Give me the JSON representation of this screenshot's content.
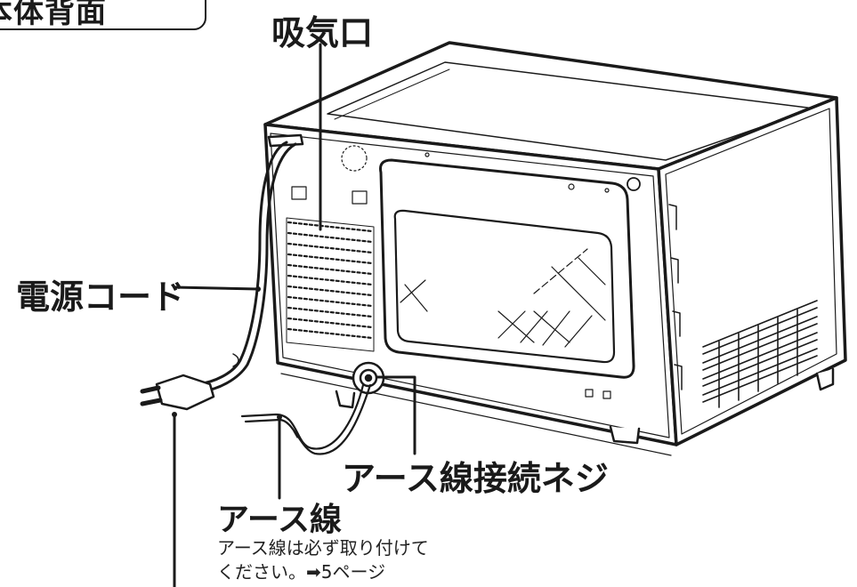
{
  "section": {
    "title": "本体背面"
  },
  "labels": {
    "air_intake": "吸気口",
    "power_cord": "電源コード",
    "earth_screw": "アース線接続ネジ",
    "earth_wire": "アース線"
  },
  "note": {
    "line1": "アース線は必ず取り付けて",
    "line2": "ください。➡5ページ"
  }
}
